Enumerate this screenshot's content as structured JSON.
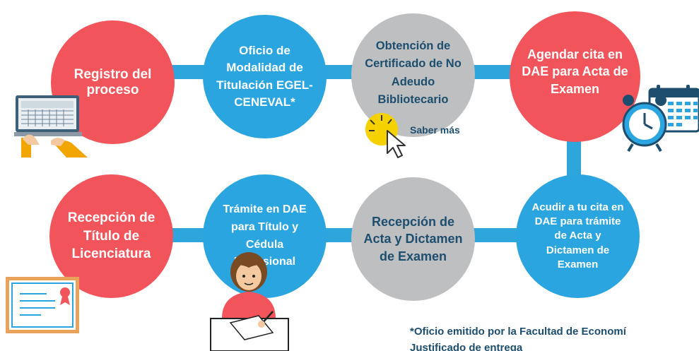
{
  "steps": {
    "s1": "Registro del proceso",
    "s2": "Oficio de Modalidad de Titulación EGEL-CENEVAL*",
    "s3": "Obtención de Certificado de No Adeudo Bibliotecario",
    "s4": "Agendar cita en DAE para Acta de Examen",
    "s5": "Acudir a tu cita en DAE para trámite de Acta y Dictamen de Examen",
    "s6": "Recepción de Acta y Dictamen de Examen",
    "s7": "Trámite en DAE para Título y Cédula Profesional",
    "s8": "Recepción de Título de Licenciatura"
  },
  "link": {
    "saber_mas": "Saber más"
  },
  "footnote": {
    "line1": "*Oficio emitido por la Facultad de Economí",
    "line2": "Justificado de entrega"
  },
  "colors": {
    "red": "#f1545a",
    "blue": "#2aa5df",
    "gray": "#bdbfc1",
    "navy": "#1e4e6e",
    "connector": "#2ea6dc"
  },
  "icons": [
    "laptop-hands-icon",
    "cursor-click-icon",
    "clock-calendar-icon",
    "certificate-icon",
    "person-writing-icon"
  ]
}
